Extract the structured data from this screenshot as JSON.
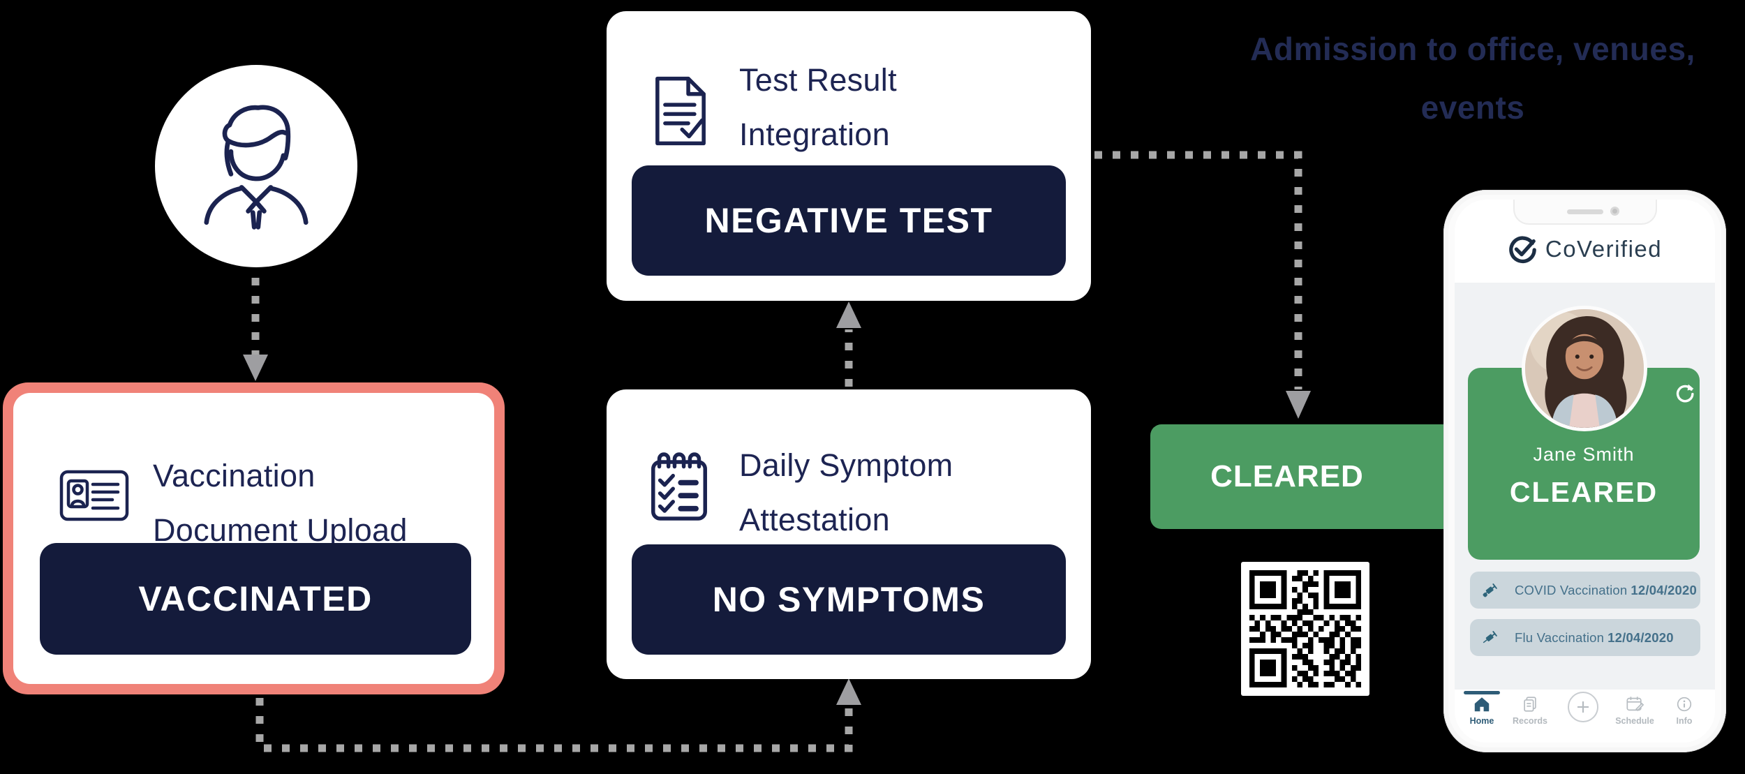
{
  "headline": {
    "line1": "Admission to office, venues,",
    "line2": "events"
  },
  "flow": {
    "vaccination_card": {
      "title_line1": "Vaccination",
      "title_line2": "Document Upload",
      "status_button": "VACCINATED",
      "highlighted": true
    },
    "test_card": {
      "title_line1": "Test Result",
      "title_line2": "Integration",
      "status_button": "NEGATIVE TEST"
    },
    "symptom_card": {
      "title_line1": "Daily Symptom",
      "title_line2": "Attestation",
      "status_button": "NO SYMPTOMS"
    },
    "cleared_badge": {
      "label": "CLEARED"
    }
  },
  "phone": {
    "brand": "CoVerified",
    "user_name": "Jane Smith",
    "status": "CLEARED",
    "records": [
      {
        "label": "COVID Vaccination",
        "date": "12/04/2020"
      },
      {
        "label": "Flu Vaccination",
        "date": "12/04/2020"
      }
    ],
    "nav": {
      "home": "Home",
      "records": "Records",
      "schedule": "Schedule",
      "info": "Info"
    }
  },
  "qr_code": {
    "matrix": [
      "111111100110101111111",
      "100000101101001000001",
      "101110100011101011101",
      "101110101010001011101",
      "101110100101101011101",
      "100000101100101000001",
      "111111101010101111111",
      "000000000111000000000",
      "101011011100110101101",
      "010100101011001010110",
      "110110110101010011011",
      "001011001110100110100",
      "111010111001011101011",
      "000000001011001101011",
      "111111100101001011010",
      "100000101110000110101",
      "101110100011001101101",
      "101110101001100101011",
      "101110100110101110110",
      "100000101011000011010",
      "111111100101101100101"
    ]
  },
  "icons": {
    "person-icon": "outlined man with shirt and tie",
    "id-card-icon": "vaccination ID card",
    "document-check-icon": "test report with checkmark",
    "checklist-icon": "symptom checklist notepad",
    "logo-check-icon": "circled checkmark",
    "refresh-icon": "circular refresh arrow",
    "syringe-icon": "vaccine syringe",
    "home-icon": "house",
    "records-icon": "stacked pages",
    "plus-icon": "circled plus",
    "schedule-icon": "calendar with pencil",
    "info-icon": "circled letter i",
    "qr-code": "QR code",
    "arrow-icon": "dotted flow arrow"
  },
  "colors": {
    "background": "#000000",
    "navy_button": "#141B3B",
    "navy_text": "#1D2452",
    "headline_navy": "#232C55",
    "salmon_highlight": "#F08278",
    "green": "#4C9C62",
    "record_row_bg": "#CBD6DC",
    "record_text": "#44708A",
    "dotted_gray": "#A7A7A7",
    "nav_active": "#2E5C77",
    "nav_inactive": "#B6BCC1",
    "logo_navy": "#1C2E44",
    "screen_gray": "#F0F2F4"
  }
}
